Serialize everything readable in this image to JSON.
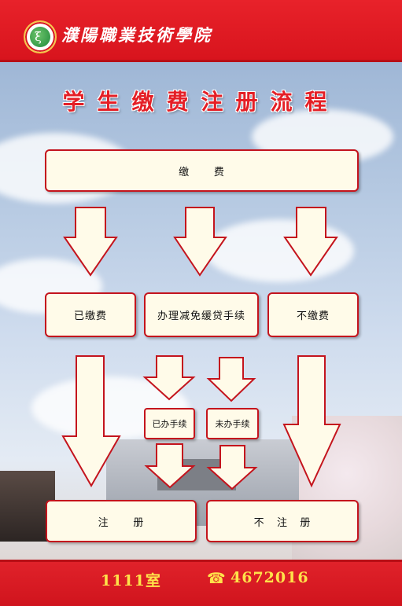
{
  "header": {
    "school_name": "濮陽職業技術學院"
  },
  "title": "学生缴费注册流程",
  "nodes": {
    "pay": "缴      费",
    "paid": "已缴费",
    "loan": "办理减免缓贷手续",
    "unpaid": "不缴费",
    "handled": "已办手续",
    "not_handled": "未办手续",
    "register": "注      册",
    "not_register": "不   注   册"
  },
  "footer": {
    "room": "1111室",
    "phone_icon": "phone-icon",
    "phone": "4672016"
  },
  "colors": {
    "banner_red": "#d8141d",
    "arrow_fill": "#fffbe9",
    "footer_text": "#ffe24a"
  }
}
